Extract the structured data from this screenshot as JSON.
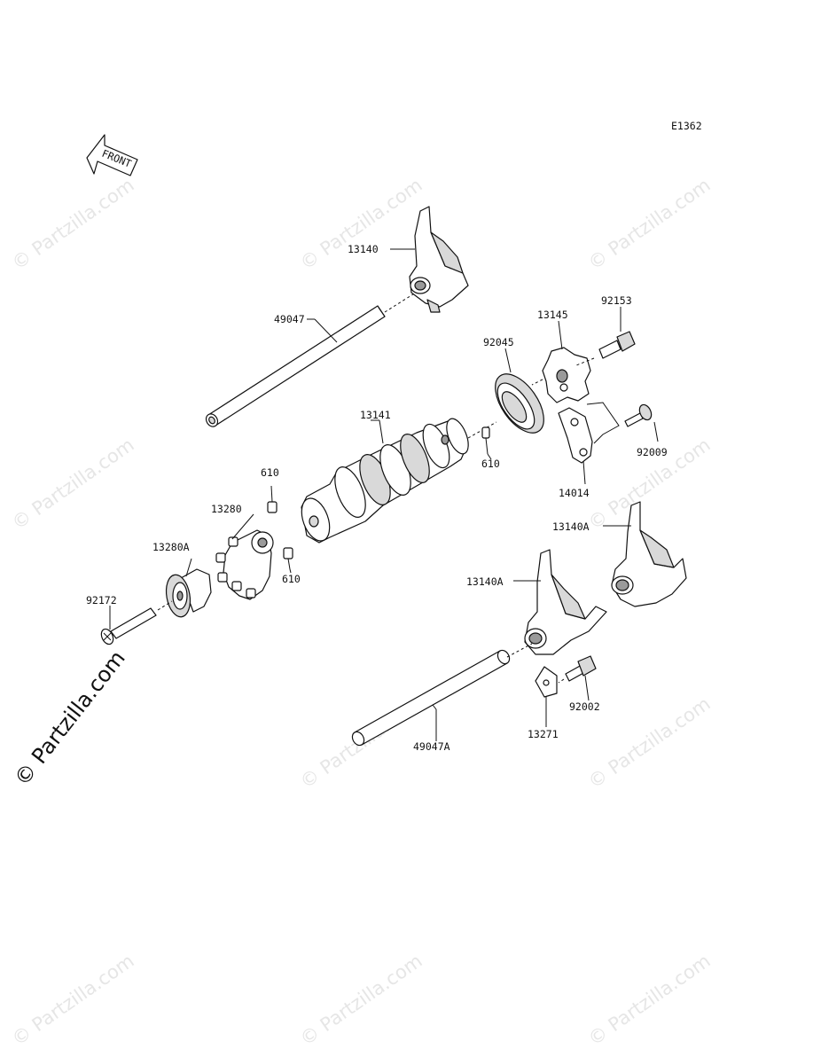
{
  "diagram_code": "E1362",
  "front_label": "FRONT",
  "big_watermark": "© Partzilla.com",
  "watermark": "© Partzilla.com",
  "parts": {
    "fork_top": "13140",
    "shaft_top": "49047",
    "drum": "13141",
    "bearing": "92045",
    "star": "13145",
    "bolt_star": "92153",
    "screw_plate": "92009",
    "plate": "14014",
    "pin_right": "610",
    "pin_upper_left": "610",
    "pin_lower_left": "610",
    "pin_holder": "13280",
    "holder": "13280A",
    "long_bolt": "92172",
    "fork_right": "13140A",
    "fork_mid": "13140A",
    "shaft_bottom": "49047A",
    "bolt_small": "92002",
    "bracket": "13271"
  }
}
